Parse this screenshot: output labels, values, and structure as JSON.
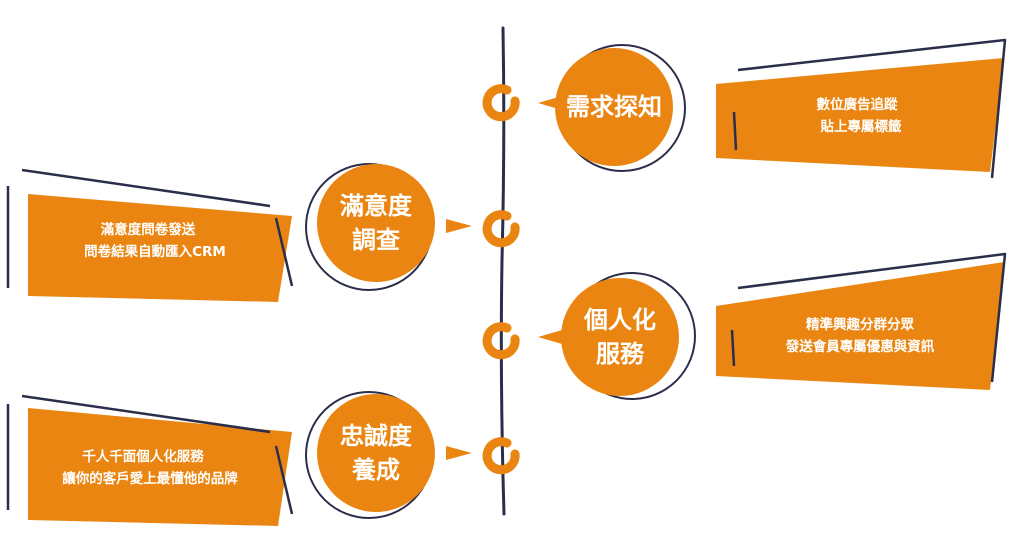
{
  "colors": {
    "accent": "#ea8511",
    "line": "#2b2e4a",
    "text_on_accent": "#ffffff"
  },
  "steps": [
    {
      "title_lines": [
        "需求探知"
      ],
      "desc_lines": [
        "數位廣告追蹤",
        "貼上專屬標籤"
      ]
    },
    {
      "title_lines": [
        "滿意度",
        "調查"
      ],
      "desc_lines": [
        "滿意度問卷發送",
        "問卷結果自動匯入CRM"
      ]
    },
    {
      "title_lines": [
        "個人化",
        "服務"
      ],
      "desc_lines": [
        "精準興趣分群分眾",
        "發送會員專屬優惠與資訊"
      ]
    },
    {
      "title_lines": [
        "忠誠度",
        "養成"
      ],
      "desc_lines": [
        "千人千面個人化服務",
        "讓你的客戶愛上最懂他的品牌"
      ]
    }
  ]
}
